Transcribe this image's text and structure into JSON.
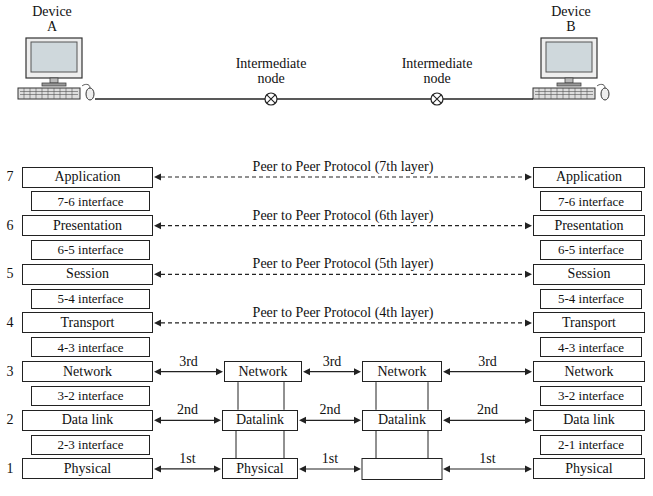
{
  "diagram": {
    "nodes": [
      {
        "text": [
          "Application"
        ]
      },
      {
        "text": [
          "7-6 interface"
        ]
      },
      {
        "text": [
          "Presentation"
        ]
      },
      {
        "text": [
          "6-5 interface"
        ]
      },
      {
        "text": [
          "Session"
        ]
      },
      {
        "text": [
          "5-4 interface"
        ]
      },
      {
        "text": [
          "Transport"
        ]
      },
      {
        "text": [
          "4-3 interface"
        ]
      },
      {
        "text": [
          "Network"
        ]
      },
      {
        "text": [
          "3-2 interface"
        ]
      },
      {
        "text": [
          "Data link"
        ]
      },
      {
        "text": [
          "2-3 interface"
        ]
      },
      {
        "text": [
          "Physical"
        ]
      },
      {
        "text": [
          "Network"
        ]
      },
      {
        "text": [
          "Datalink"
        ]
      },
      {
        "text": [
          "Physical"
        ]
      },
      {
        "text": [
          "Network"
        ]
      },
      {
        "text": [
          "Datalink"
        ]
      },
      {
        "text": [
          "Application"
        ]
      },
      {
        "text": [
          "7-6 interface"
        ]
      },
      {
        "text": [
          "Presentation"
        ]
      },
      {
        "text": [
          "6-5 interface"
        ]
      },
      {
        "text": [
          "Session"
        ]
      },
      {
        "text": [
          "5-4 interface"
        ]
      },
      {
        "text": [
          "Transport"
        ]
      },
      {
        "text": [
          "4-3 interface"
        ]
      },
      {
        "text": [
          "Network"
        ]
      },
      {
        "text": [
          "3-2 interface"
        ]
      },
      {
        "text": [
          "Data link"
        ]
      },
      {
        "text": [
          "2-1 interface"
        ]
      },
      {
        "text": [
          "Physical"
        ]
      }
    ],
    "edges": [
      {
        "from": 0,
        "to": 18,
        "arrow": "both",
        "label": "Peer to Peer Protocol (7th layer)"
      },
      {
        "from": 2,
        "to": 20,
        "arrow": "both",
        "label": "Peer to Peer Protocol (6th layer)"
      },
      {
        "from": 4,
        "to": 22,
        "arrow": "both",
        "label": "Peer to Peer Protocol (5th layer)"
      },
      {
        "from": 6,
        "to": 24,
        "arrow": "both",
        "label": "Peer to Peer Protocol (4th layer)"
      },
      {
        "from": 8,
        "to": 13,
        "arrow": "both",
        "label": "3rd"
      },
      {
        "from": 13,
        "to": 16,
        "arrow": "both",
        "label": "3rd"
      },
      {
        "from": 16,
        "to": 26,
        "arrow": "both",
        "label": "3rd"
      },
      {
        "from": 10,
        "to": 14,
        "arrow": "both",
        "label": "2nd"
      },
      {
        "from": 14,
        "to": 17,
        "arrow": "both",
        "label": "2nd"
      },
      {
        "from": 17,
        "to": 28,
        "arrow": "both",
        "label": "2nd"
      },
      {
        "from": 12,
        "to": 15,
        "arrow": "both",
        "label": "1st"
      },
      {
        "from": 13,
        "to": 14,
        "arrow": "none"
      },
      {
        "from": 14,
        "to": 15,
        "arrow": "none"
      },
      {
        "from": 16,
        "to": 17,
        "arrow": "none"
      }
    ],
    "labels": [
      "Device A",
      "Device B",
      "Intermediate node",
      "Intermediate node",
      "7",
      "6",
      "5",
      "4",
      "3",
      "2",
      "1",
      "1st",
      "1st"
    ]
  }
}
